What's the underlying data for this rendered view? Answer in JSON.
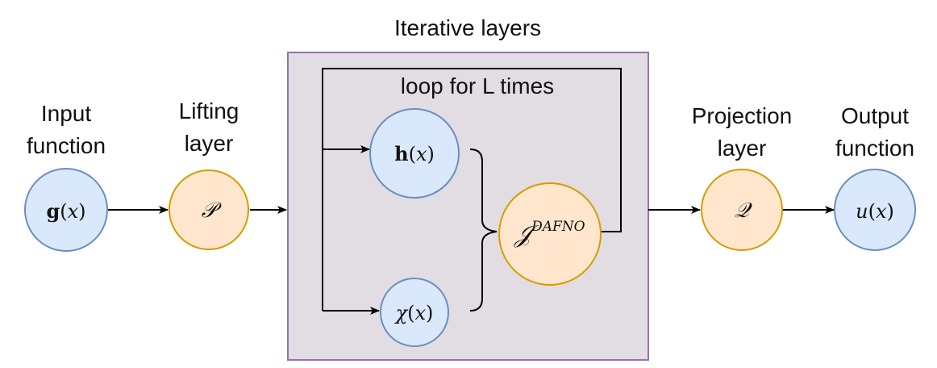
{
  "labels": {
    "input_line1": "Input",
    "input_line2": "function",
    "lifting_line1": "Lifting",
    "lifting_line2": "layer",
    "iterative": "Iterative layers",
    "loop": "loop for L times",
    "projection_line1": "Projection",
    "projection_line2": "layer",
    "output_line1": "Output",
    "output_line2": "function"
  },
  "nodes": {
    "input": {
      "fn": "g",
      "arg": "x"
    },
    "lifting": {
      "symbol": "𝒫"
    },
    "h": {
      "fn": "h",
      "arg": "x"
    },
    "chi": {
      "fn": "χ",
      "arg": "x"
    },
    "operator": {
      "symbol": "𝒥",
      "superscript": "DAFNO"
    },
    "projection": {
      "symbol": "𝒬"
    },
    "output": {
      "fn": "u",
      "arg": "x"
    }
  },
  "colors": {
    "blue_fill": "#dae8fc",
    "blue_stroke": "#6c8ebf",
    "orange_fill": "#ffe6cc",
    "orange_stroke": "#d79b00",
    "box_fill": "#e1dde3",
    "box_stroke": "#9673a6"
  }
}
